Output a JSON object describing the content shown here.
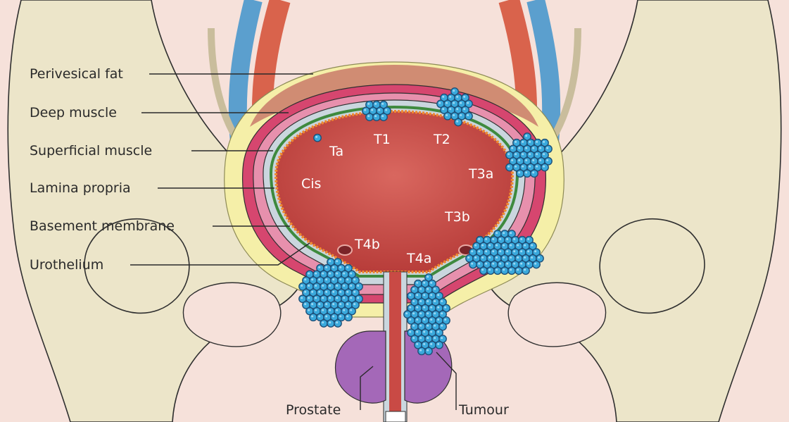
{
  "labels": {
    "perivesical_fat": "Perivesical fat",
    "deep_muscle": "Deep muscle",
    "superficial_muscle": "Superficial muscle",
    "lamina_propria": "Lamina propria",
    "basement_membrane": "Basement membrane",
    "urothelium": "Urothelium",
    "prostate": "Prostate",
    "tumour": "Tumour"
  },
  "stages": {
    "ta": "Ta",
    "t1": "T1",
    "t2": "T2",
    "t3a": "T3a",
    "cis": "Cis",
    "t3b": "T3b",
    "t4b": "T4b",
    "t4a": "T4a"
  },
  "colors": {
    "skin": "#f6e1da",
    "bone": "#ece5c9",
    "bone_outline": "#2f2f2f",
    "vein": "#5b9fce",
    "artery": "#d9634c",
    "perivesical_fat": "#f5efa8",
    "deep_muscle": "#d6466f",
    "superficial_muscle": "#e790ad",
    "lamina_propria": "#cad6de",
    "basement_membrane": "#3e8a3e",
    "urothelium": "#f08a2e",
    "lumen": "#c94a45",
    "prostate": "#a468b8",
    "tumour_cell": "#3aa9dc",
    "tumour_outline": "#1d4f78"
  }
}
